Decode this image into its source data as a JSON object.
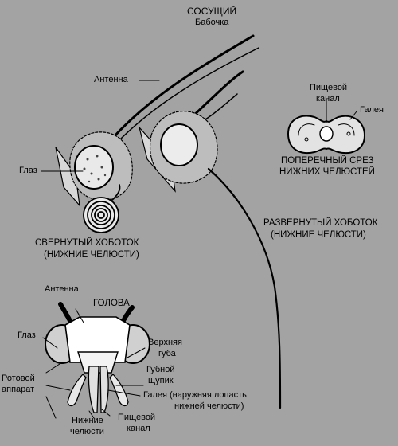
{
  "header": {
    "title": "СОСУЩИЙ",
    "subtitle": "Бабочка"
  },
  "butterfly": {
    "antenna": "Антенна",
    "eye": "Глаз",
    "coiled_line1": "СВЕРНУТЫЙ ХОБОТОК",
    "coiled_line2": "(НИЖНИЕ ЧЕЛЮСТИ)",
    "uncoiled_line1": "РАЗВЕРНУТЫЙ ХОБОТОК",
    "uncoiled_line2": "(НИЖНИЕ ЧЕЛЮСТИ)"
  },
  "cross_section": {
    "food_canal_line1": "Пищевой",
    "food_canal_line2": "канал",
    "galea": "Галея",
    "caption_line1": "ПОПЕРЕЧНЫЙ СРЕЗ",
    "caption_line2": "НИЖНИХ ЧЕЛЮСТЕЙ"
  },
  "head": {
    "antenna": "Антенна",
    "title": "ГОЛОВА",
    "eye": "Глаз",
    "labrum_line1": "Верхняя",
    "labrum_line2": "губа",
    "palp_line1": "Губной",
    "palp_line2": "щупик",
    "galea_line1": "Галея (наружняя лопасть",
    "galea_line2": "нижней челюсти)",
    "mouthparts_line1": "Ротовой",
    "mouthparts_line2": "аппарат",
    "maxillae_line1": "Нижние",
    "maxillae_line2": "челюсти",
    "food_canal_line1": "Пищевой",
    "food_canal_line2": "канал"
  }
}
